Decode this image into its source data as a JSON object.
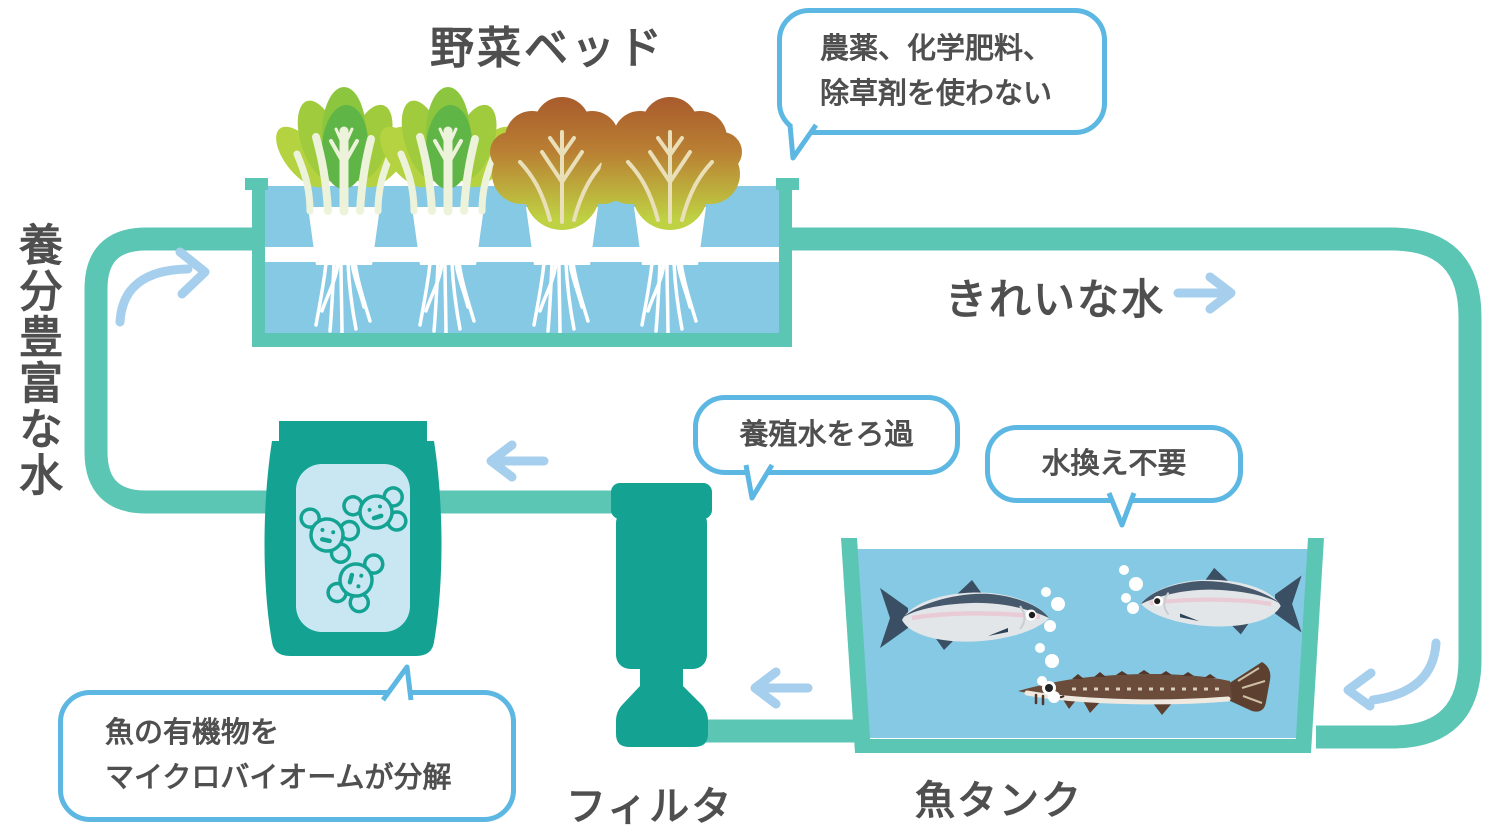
{
  "title": "野菜ベッド",
  "labels": {
    "nutrient_rich_water": "養分豊富な水",
    "clean_water": "きれいな水",
    "filter": "フィルタ",
    "fish_tank": "魚タンク"
  },
  "bubbles": {
    "no_chemicals": {
      "lines": [
        "農薬、化学肥料、",
        "除草剤を使わない"
      ]
    },
    "filtration": {
      "text": "養殖水をろ過"
    },
    "no_water_change": {
      "text": "水換え不要"
    },
    "microbiome": {
      "lines": [
        "魚の有機物を",
        "マイクロバイオームが分解"
      ]
    }
  },
  "icons": {
    "right-arrow-icon": "→",
    "left-arrow-icon": "←",
    "curved-right-arrow-icon": "⤴",
    "curved-left-arrow-icon": "⤶",
    "green-plant-icon": "leafy vegetable",
    "red-lettuce-icon": "red leaf lettuce",
    "pot-icon": "white net pot with roots",
    "microbe-icon": "smiling microbe cluster",
    "microbiome-bag-icon": "bag with microbe window",
    "filter-icon": "canister filter",
    "salmon-icon": "silver fish",
    "sturgeon-icon": "brown sturgeon",
    "water-bubbles-icon": "rising air bubbles"
  },
  "colors": {
    "pipe_teal": "#5CC6B4",
    "deep_teal": "#14A392",
    "water_blue": "#86C9E4",
    "speech_bubble_border": "#5CB7E3",
    "arrow_blue": "#A6CFEE",
    "text_gray": "#4F4F4F",
    "leaf_green": "#5FB546",
    "leaf_yellow_green": "#B5D340",
    "lettuce_red_brown": "#B26231",
    "salmon_back": "#46596C",
    "sturgeon_brown": "#6B4B39"
  }
}
